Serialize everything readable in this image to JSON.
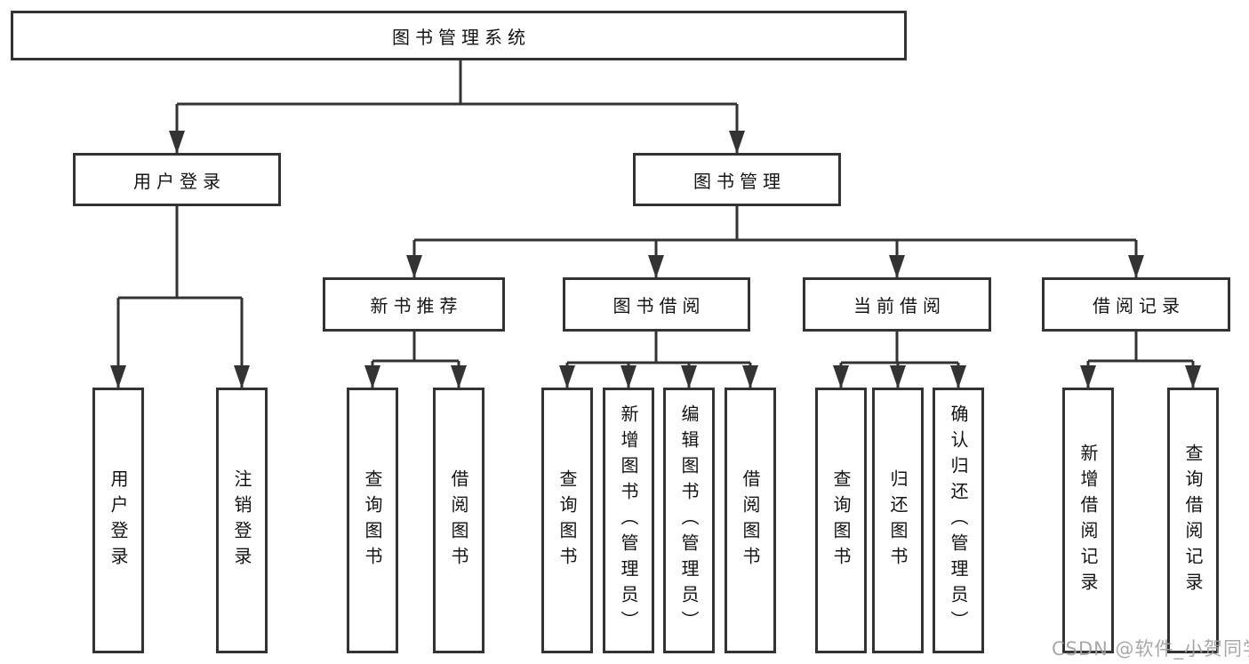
{
  "diagram": {
    "type": "tree",
    "title": "图书管理系统"
  },
  "nodes": {
    "root": "图书管理系统",
    "user_login": "用户登录",
    "book_mgmt": "图书管理",
    "new_book_rec": "新书推荐",
    "book_borrow": "图书借阅",
    "current_borrow": "当前借阅",
    "borrow_records": "借阅记录",
    "leaf_user_login": "用户登录",
    "leaf_logout": "注销登录",
    "leaf_nb_query": "查询图书",
    "leaf_nb_borrow": "借阅图书",
    "leaf_bb_query": "查询图书",
    "leaf_bb_add": "新增图书（管理员）",
    "leaf_bb_edit": "编辑图书（管理员）",
    "leaf_bb_borrow": "借阅图书",
    "leaf_cb_query": "查询图书",
    "leaf_cb_return": "归还图书",
    "leaf_cb_confirm": "确认归还（管理员）",
    "leaf_br_add": "新增借阅记录",
    "leaf_br_query": "查询借阅记录"
  },
  "hierarchy": [
    {
      "label": "图书管理系统",
      "children": [
        {
          "label": "用户登录",
          "children": [
            {
              "label": "用户登录"
            },
            {
              "label": "注销登录"
            }
          ]
        },
        {
          "label": "图书管理",
          "children": [
            {
              "label": "新书推荐",
              "children": [
                {
                  "label": "查询图书"
                },
                {
                  "label": "借阅图书"
                }
              ]
            },
            {
              "label": "图书借阅",
              "children": [
                {
                  "label": "查询图书"
                },
                {
                  "label": "新增图书（管理员）"
                },
                {
                  "label": "编辑图书（管理员）"
                },
                {
                  "label": "借阅图书"
                }
              ]
            },
            {
              "label": "当前借阅",
              "children": [
                {
                  "label": "查询图书"
                },
                {
                  "label": "归还图书"
                },
                {
                  "label": "确认归还（管理员）"
                }
              ]
            },
            {
              "label": "借阅记录",
              "children": [
                {
                  "label": "新增借阅记录"
                },
                {
                  "label": "查询借阅记录"
                }
              ]
            }
          ]
        }
      ]
    }
  ],
  "watermark": {
    "text": "CSDN @软件_小贺同学"
  },
  "colors": {
    "line": "#333333",
    "box_border": "#333333",
    "text": "#141414",
    "watermark": "#9e9e9e",
    "background": "#ffffff"
  }
}
